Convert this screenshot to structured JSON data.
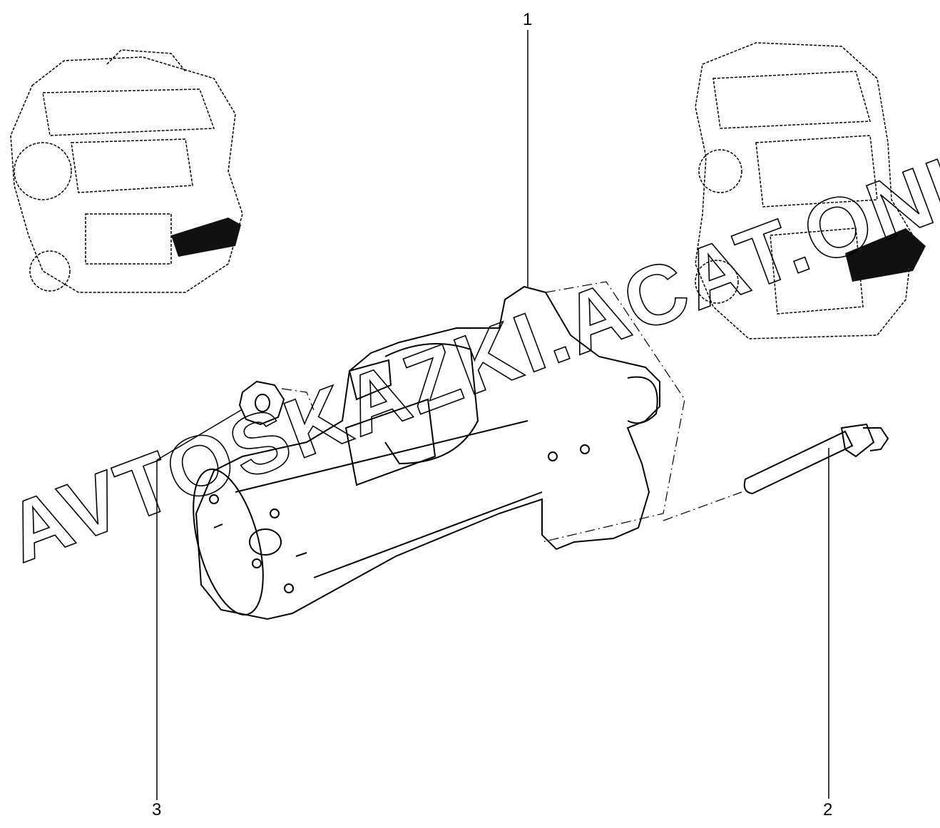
{
  "diagram": {
    "callouts": [
      {
        "number": "1",
        "part": "starter"
      },
      {
        "number": "2",
        "part": "bolt"
      },
      {
        "number": "3",
        "part": "nut"
      }
    ],
    "watermark": "AVTOSKAZKI.ACAT.ONLINE"
  },
  "colors": {
    "line": "#000000",
    "background": "#ffffff"
  }
}
